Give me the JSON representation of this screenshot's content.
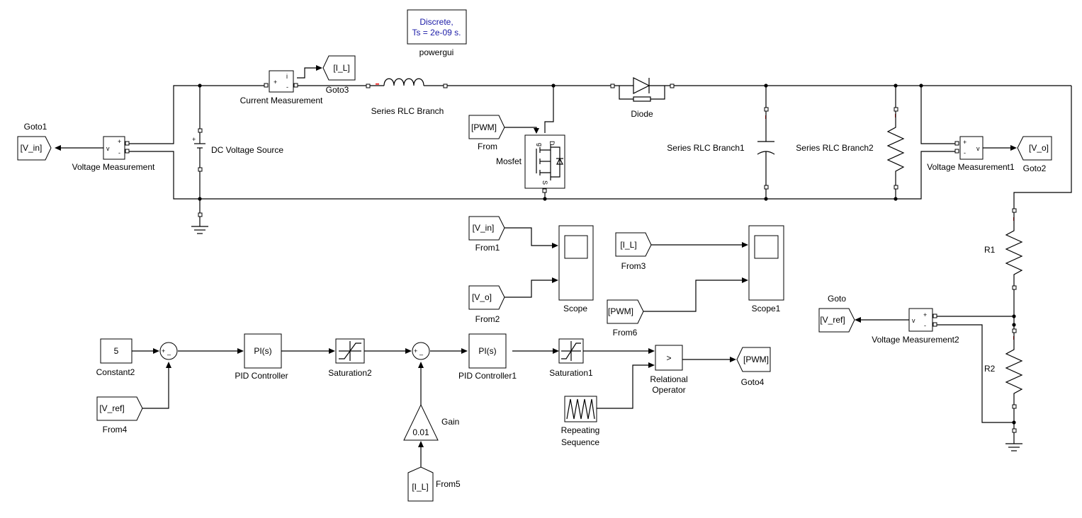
{
  "powergui": {
    "line1": "Discrete,",
    "line2": "Ts = 2e-09 s.",
    "label": "powergui"
  },
  "blocks": {
    "goto1": {
      "tag": "[V_in]",
      "label": "Goto1"
    },
    "voltage_measurement": {
      "label": "Voltage Measurement"
    },
    "current_measurement": {
      "label": "Current Measurement"
    },
    "goto3": {
      "tag": "[I_L]",
      "label": "Goto3"
    },
    "dc_source": {
      "label": "DC Voltage Source"
    },
    "inductor": {
      "label": "Series RLC Branch"
    },
    "from_pwm": {
      "tag": "[PWM]",
      "label": "From"
    },
    "mosfet": {
      "label": "Mosfet"
    },
    "diode": {
      "label": "Diode"
    },
    "cap": {
      "label": "Series RLC Branch1"
    },
    "load": {
      "label": "Series RLC Branch2"
    },
    "voltage_measurement1": {
      "label": "Voltage Measurement1"
    },
    "goto2": {
      "tag": "[V_o]",
      "label": "Goto2"
    },
    "r1": {
      "label": "R1"
    },
    "r2": {
      "label": "R2"
    },
    "goto": {
      "tag": "[V_ref]",
      "label": "Goto"
    },
    "voltage_measurement2": {
      "label": "Voltage Measurement2"
    },
    "from1": {
      "tag": "[V_in]",
      "label": "From1"
    },
    "from2": {
      "tag": "[V_o]",
      "label": "From2"
    },
    "scope": {
      "label": "Scope"
    },
    "from3": {
      "tag": "[I_L]",
      "label": "From3"
    },
    "from6": {
      "tag": "[PWM]",
      "label": "From6"
    },
    "scope1": {
      "label": "Scope1"
    },
    "constant2": {
      "value": "5",
      "label": "Constant2"
    },
    "from4": {
      "tag": "[V_ref]",
      "label": "From4"
    },
    "pid": {
      "text": "PI(s)",
      "label": "PID Controller"
    },
    "saturation2": {
      "label": "Saturation2"
    },
    "pid1": {
      "text": "PI(s)",
      "label": "PID Controller1"
    },
    "saturation1": {
      "label": "Saturation1"
    },
    "gain": {
      "value": "0.01",
      "label": "Gain"
    },
    "from5": {
      "tag": "[I_L]",
      "label": "From5"
    },
    "relational": {
      "op": ">",
      "label1": "Relational",
      "label2": "Operator"
    },
    "goto4": {
      "tag": "[PWM]",
      "label": "Goto4"
    },
    "repeating": {
      "label1": "Repeating",
      "label2": "Sequence"
    }
  },
  "port_labels": {
    "plus": "+",
    "minus": "-",
    "v": "v",
    "i": "i",
    "g": "g",
    "d": "D",
    "s": "S"
  },
  "sum_signs": {
    "plus": "+",
    "minus": "_"
  }
}
